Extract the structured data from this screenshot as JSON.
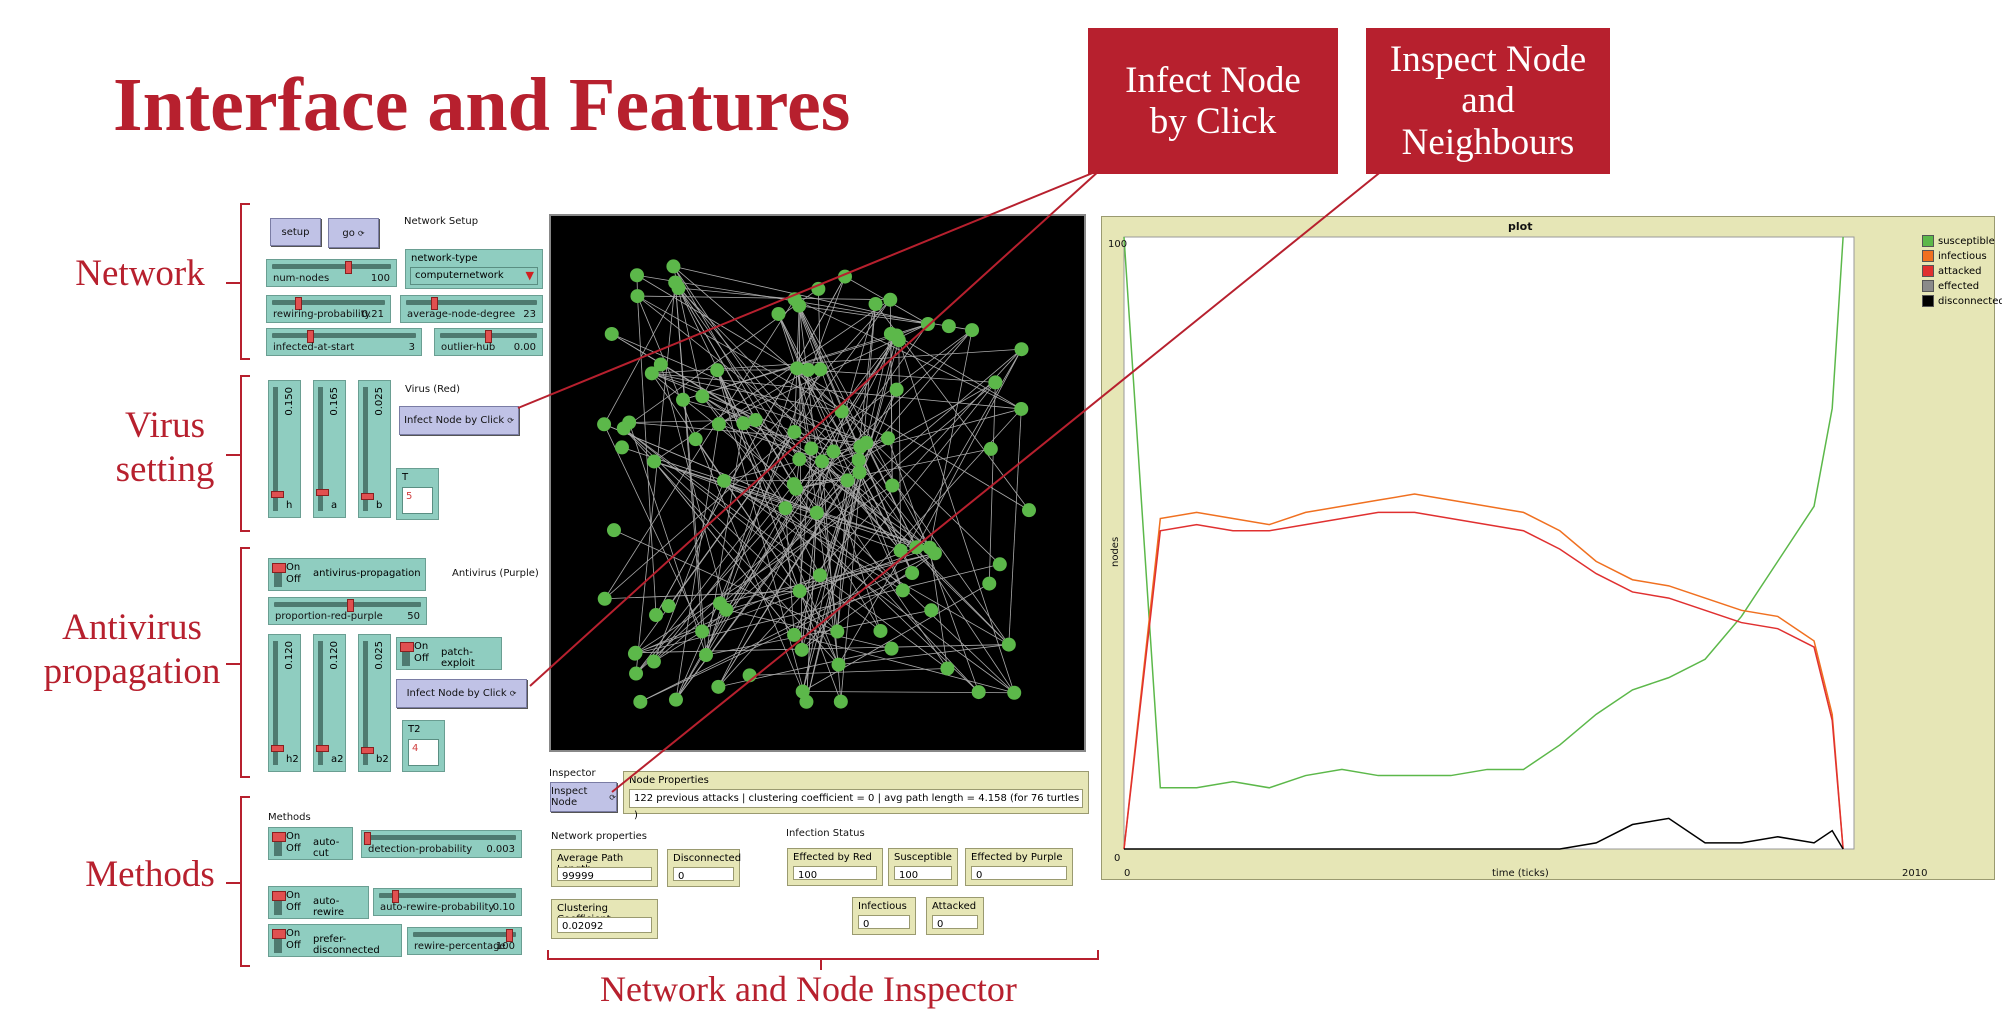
{
  "slide": {
    "title": "Interface and Features",
    "sections": [
      "Network",
      "Virus setting",
      "Antivirus propagation",
      "Methods"
    ],
    "bottom_label": "Network and Node Inspector",
    "callouts": {
      "infect": "Infect Node by Click",
      "inspect": "Inspect Node and Neighbours"
    }
  },
  "network": {
    "setup": "setup",
    "go": "go",
    "note": "Network Setup",
    "num_nodes": {
      "label": "num-nodes",
      "value": "100"
    },
    "network_type": {
      "label": "network-type",
      "value": "computernetwork"
    },
    "rewiring": {
      "label": "rewiring-probability",
      "value": "0.21"
    },
    "avg_degree": {
      "label": "average-node-degree",
      "value": "23"
    },
    "infected": {
      "label": "infected-at-start",
      "value": "3"
    },
    "outlier": {
      "label": "outlier-hub",
      "value": "0.00"
    }
  },
  "virus": {
    "h": {
      "label": "h",
      "value": "0.150"
    },
    "a": {
      "label": "a",
      "value": "0.165"
    },
    "b": {
      "label": "b",
      "value": "0.025"
    },
    "note": "Virus (Red)",
    "infect_button": "Infect Node by Click",
    "T": {
      "label": "T",
      "value": "5"
    }
  },
  "antivirus": {
    "switch": {
      "on": "On",
      "off": "Off",
      "label": "antivirus-propagation"
    },
    "note": "Antivirus (Purple)",
    "proportion": {
      "label": "proportion-red-purple",
      "value": "50"
    },
    "h2": {
      "label": "h2",
      "value": "0.120"
    },
    "a2": {
      "label": "a2",
      "value": "0.120"
    },
    "b2": {
      "label": "b2",
      "value": "0.025"
    },
    "patch": {
      "on": "On",
      "off": "Off",
      "label": "patch-exploit"
    },
    "infect_button": "Infect Node by Click",
    "T2": {
      "label": "T2",
      "value": "4"
    }
  },
  "methods": {
    "note": "Methods",
    "auto_cut": {
      "on": "On",
      "off": "Off",
      "label": "auto-cut"
    },
    "detection": {
      "label": "detection-probability",
      "value": "0.003"
    },
    "auto_rewire": {
      "on": "On",
      "off": "Off",
      "label": "auto-rewire"
    },
    "rewire_prob": {
      "label": "auto-rewire-probability",
      "value": "0.10"
    },
    "prefer": {
      "on": "On",
      "off": "Off",
      "label": "prefer-disconnected"
    },
    "rewire_pct": {
      "label": "rewire-percentage",
      "value": "100"
    }
  },
  "inspector": {
    "label": "Inspector",
    "button": "Inspect Node",
    "props_label": "Node Properties",
    "props_value": "122 previous attacks | clustering coefficient = 0 | avg path length = 4.158 (for 76 turtles )",
    "net_props": "Network properties",
    "apl": {
      "label": "Average Path Length",
      "value": "99999"
    },
    "disconnected": {
      "label": "Disconnected",
      "value": "0"
    },
    "cc": {
      "label": "Clustering Coefficient",
      "value": "0.02092"
    },
    "infection_status": "Infection Status",
    "eff_red": {
      "label": "Effected by Red",
      "value": "100"
    },
    "susceptible": {
      "label": "Susceptible",
      "value": "100"
    },
    "eff_purple": {
      "label": "Effected by Purple",
      "value": "0"
    },
    "infectious": {
      "label": "Infectious",
      "value": "0"
    },
    "attacked": {
      "label": "Attacked",
      "value": "0"
    }
  },
  "colors": {
    "accent": "#b7202e",
    "node": "#5cb84a",
    "button": "#c0c2e6",
    "widget": "#8fcdc0",
    "monitor": "#e6e6b6"
  },
  "chart_data": {
    "type": "line",
    "title": "plot",
    "xlabel": "time (ticks)",
    "ylabel": "nodes",
    "xlim": [
      0,
      2010
    ],
    "ylim": [
      0,
      100
    ],
    "x_tick_labels": [
      "0",
      "2010"
    ],
    "y_tick_labels": [
      "0",
      "100"
    ],
    "legend_position": "top-right",
    "x": [
      0,
      100,
      200,
      300,
      400,
      500,
      600,
      700,
      800,
      900,
      1000,
      1100,
      1200,
      1300,
      1400,
      1500,
      1600,
      1700,
      1800,
      1900,
      1950,
      1980
    ],
    "series": [
      {
        "name": "susceptible",
        "color": "#5cb84a",
        "values": [
          100,
          10,
          10,
          11,
          10,
          12,
          13,
          12,
          12,
          12,
          13,
          13,
          17,
          22,
          26,
          28,
          31,
          38,
          47,
          56,
          72,
          100
        ]
      },
      {
        "name": "infectious",
        "color": "#f07020",
        "values": [
          0,
          54,
          55,
          54,
          53,
          55,
          56,
          57,
          58,
          57,
          56,
          55,
          52,
          47,
          44,
          43,
          41,
          39,
          38,
          34,
          22,
          0
        ]
      },
      {
        "name": "attacked",
        "color": "#e03030",
        "values": [
          0,
          52,
          53,
          52,
          52,
          53,
          54,
          55,
          55,
          54,
          53,
          52,
          49,
          45,
          42,
          41,
          39,
          37,
          36,
          33,
          21,
          0
        ]
      },
      {
        "name": "effected",
        "color": "#8a8a8a",
        "values": []
      },
      {
        "name": "disconnected",
        "color": "#000000",
        "values": [
          0,
          0,
          0,
          0,
          0,
          0,
          0,
          0,
          0,
          0,
          0,
          0,
          0,
          1,
          4,
          5,
          1,
          1,
          2,
          1,
          3,
          0
        ]
      }
    ]
  }
}
